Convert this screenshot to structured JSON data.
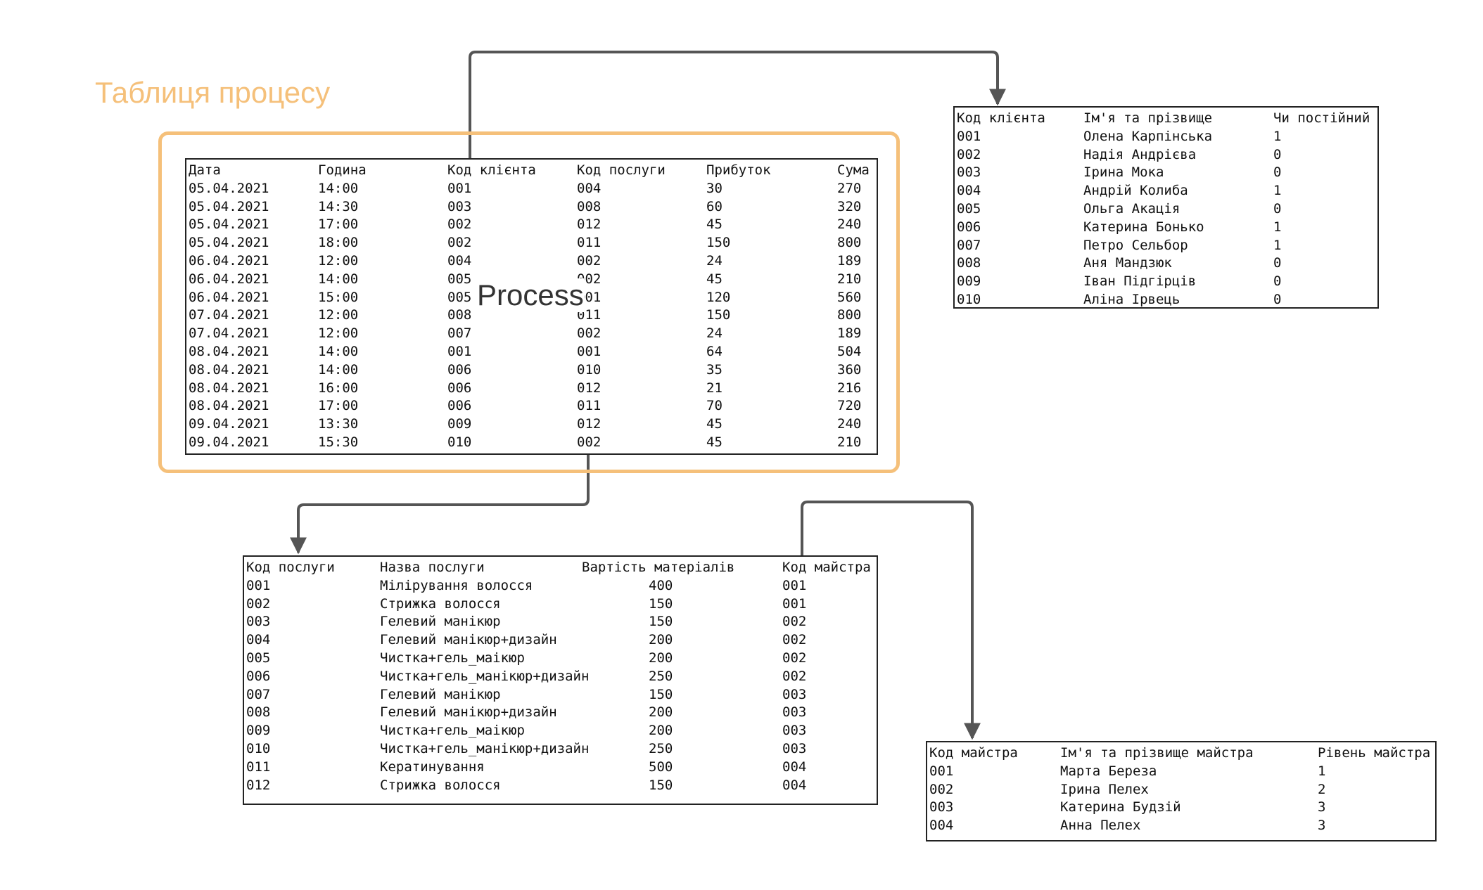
{
  "diagram": {
    "group_label": "Таблиця процесу",
    "process_label": "Process",
    "colors": {
      "group_accent": "#f5c07a",
      "connector": "#555555",
      "table_border": "#222222"
    }
  },
  "tables": {
    "process": {
      "headers": [
        "Дата",
        "Година",
        "Код клієнта",
        "Код послуги",
        "Прибуток",
        "Сума"
      ],
      "rows": [
        [
          "05.04.2021",
          "14:00",
          "001",
          "004",
          "30",
          "270"
        ],
        [
          "05.04.2021",
          "14:30",
          "003",
          "008",
          "60",
          "320"
        ],
        [
          "05.04.2021",
          "17:00",
          "002",
          "012",
          "45",
          "240"
        ],
        [
          "05.04.2021",
          "18:00",
          "002",
          "011",
          "150",
          "800"
        ],
        [
          "06.04.2021",
          "12:00",
          "004",
          "002",
          "24",
          "189"
        ],
        [
          "06.04.2021",
          "14:00",
          "005",
          "002",
          "45",
          "210"
        ],
        [
          "06.04.2021",
          "15:00",
          "005",
          "001",
          "120",
          "560"
        ],
        [
          "07.04.2021",
          "12:00",
          "008",
          "011",
          "150",
          "800"
        ],
        [
          "07.04.2021",
          "12:00",
          "007",
          "002",
          "24",
          "189"
        ],
        [
          "08.04.2021",
          "14:00",
          "001",
          "001",
          "64",
          "504"
        ],
        [
          "08.04.2021",
          "14:00",
          "006",
          "010",
          "35",
          "360"
        ],
        [
          "08.04.2021",
          "16:00",
          "006",
          "012",
          "21",
          "216"
        ],
        [
          "08.04.2021",
          "17:00",
          "006",
          "011",
          "70",
          "720"
        ],
        [
          "09.04.2021",
          "13:30",
          "009",
          "012",
          "45",
          "240"
        ],
        [
          "09.04.2021",
          "15:30",
          "010",
          "002",
          "45",
          "210"
        ]
      ]
    },
    "clients": {
      "headers": [
        "Код клієнта",
        "Ім'я та прізвище",
        "Чи постійний"
      ],
      "rows": [
        [
          "001",
          "Олена Карпінська",
          "1"
        ],
        [
          "002",
          "Надія Андрієва",
          "0"
        ],
        [
          "003",
          "Ірина Мока",
          "0"
        ],
        [
          "004",
          "Андрій Колиба",
          "1"
        ],
        [
          "005",
          "Ольга Акація",
          "0"
        ],
        [
          "006",
          "Катерина Бонько",
          "1"
        ],
        [
          "007",
          "Петро Сельбор",
          "1"
        ],
        [
          "008",
          "Аня Мандзюк",
          "0"
        ],
        [
          "009",
          "Іван Підгірців",
          "0"
        ],
        [
          "010",
          "Аліна Ірвець",
          "0"
        ]
      ]
    },
    "services": {
      "headers": [
        "Код послуги",
        "Назва послуги",
        "Вартість матеріалів",
        "Код майстра"
      ],
      "rows": [
        [
          "001",
          "Мілірування волосся",
          "400",
          "001"
        ],
        [
          "002",
          "Стрижка волосся",
          "150",
          "001"
        ],
        [
          "003",
          "Гелевий манікюр",
          "150",
          "002"
        ],
        [
          "004",
          "Гелевий манікюр+дизайн",
          "200",
          "002"
        ],
        [
          "005",
          "Чистка+гель_маікюр",
          "200",
          "002"
        ],
        [
          "006",
          "Чистка+гель_манікюр+дизайн",
          "250",
          "002"
        ],
        [
          "007",
          "Гелевий манікюр",
          "150",
          "003"
        ],
        [
          "008",
          "Гелевий манікюр+дизайн",
          "200",
          "003"
        ],
        [
          "009",
          "Чистка+гель_маікюр",
          "200",
          "003"
        ],
        [
          "010",
          "Чистка+гель_манікюр+дизайн",
          "250",
          "003"
        ],
        [
          "011",
          "Кератинування",
          "500",
          "004"
        ],
        [
          "012",
          "Стрижка волосся",
          "150",
          "004"
        ]
      ]
    },
    "masters": {
      "headers": [
        "Код майстра",
        "Ім'я та прізвище майстра",
        "Рівень майстра"
      ],
      "rows": [
        [
          "001",
          "Марта Береза",
          "1"
        ],
        [
          "002",
          "Ірина Пелех",
          "2"
        ],
        [
          "003",
          "Катерина Будзій",
          "3"
        ],
        [
          "004",
          "Анна Пелех",
          "3"
        ]
      ]
    }
  }
}
